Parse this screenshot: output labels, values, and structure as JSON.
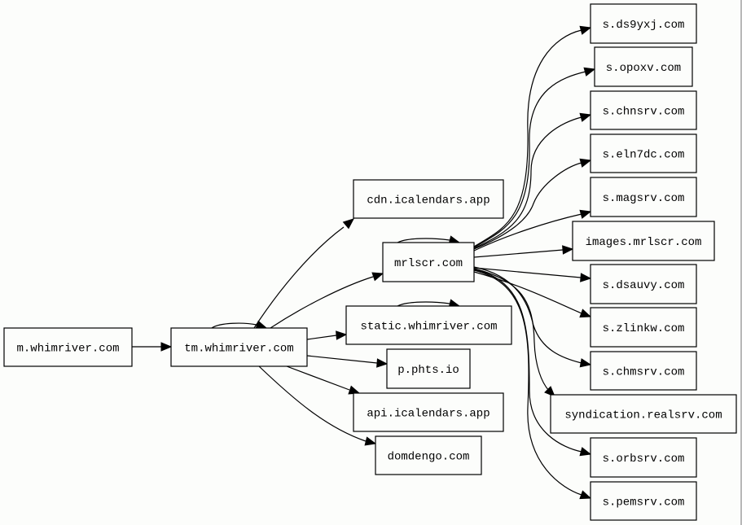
{
  "diagram": {
    "type": "directed-graph",
    "nodes": [
      {
        "id": "m",
        "label": "m.whimriver.com"
      },
      {
        "id": "tm",
        "label": "tm.whimriver.com"
      },
      {
        "id": "cdn",
        "label": "cdn.icalendars.app"
      },
      {
        "id": "mrlscr",
        "label": "mrlscr.com"
      },
      {
        "id": "static",
        "label": "static.whimriver.com"
      },
      {
        "id": "phts",
        "label": "p.phts.io"
      },
      {
        "id": "api",
        "label": "api.icalendars.app"
      },
      {
        "id": "domdengo",
        "label": "domdengo.com"
      },
      {
        "id": "ds9yxj",
        "label": "s.ds9yxj.com"
      },
      {
        "id": "opoxv",
        "label": "s.opoxv.com"
      },
      {
        "id": "chnsrv",
        "label": "s.chnsrv.com"
      },
      {
        "id": "eln7dc",
        "label": "s.eln7dc.com"
      },
      {
        "id": "magsrv",
        "label": "s.magsrv.com"
      },
      {
        "id": "images",
        "label": "images.mrlscr.com"
      },
      {
        "id": "dsauvy",
        "label": "s.dsauvy.com"
      },
      {
        "id": "zlinkw",
        "label": "s.zlinkw.com"
      },
      {
        "id": "chmsrv",
        "label": "s.chmsrv.com"
      },
      {
        "id": "syndication",
        "label": "syndication.realsrv.com"
      },
      {
        "id": "orbsrv",
        "label": "s.orbsrv.com"
      },
      {
        "id": "pemsrv",
        "label": "s.pemsrv.com"
      }
    ],
    "edges": [
      {
        "from": "m",
        "to": "tm"
      },
      {
        "from": "tm",
        "to": "tm"
      },
      {
        "from": "tm",
        "to": "cdn"
      },
      {
        "from": "tm",
        "to": "mrlscr"
      },
      {
        "from": "tm",
        "to": "static"
      },
      {
        "from": "tm",
        "to": "phts"
      },
      {
        "from": "tm",
        "to": "api"
      },
      {
        "from": "tm",
        "to": "domdengo"
      },
      {
        "from": "mrlscr",
        "to": "mrlscr"
      },
      {
        "from": "static",
        "to": "static"
      },
      {
        "from": "mrlscr",
        "to": "ds9yxj"
      },
      {
        "from": "mrlscr",
        "to": "opoxv"
      },
      {
        "from": "mrlscr",
        "to": "chnsrv"
      },
      {
        "from": "mrlscr",
        "to": "eln7dc"
      },
      {
        "from": "mrlscr",
        "to": "magsrv"
      },
      {
        "from": "mrlscr",
        "to": "images"
      },
      {
        "from": "mrlscr",
        "to": "dsauvy"
      },
      {
        "from": "mrlscr",
        "to": "zlinkw"
      },
      {
        "from": "mrlscr",
        "to": "chmsrv"
      },
      {
        "from": "mrlscr",
        "to": "syndication"
      },
      {
        "from": "mrlscr",
        "to": "orbsrv"
      },
      {
        "from": "mrlscr",
        "to": "pemsrv"
      }
    ]
  }
}
